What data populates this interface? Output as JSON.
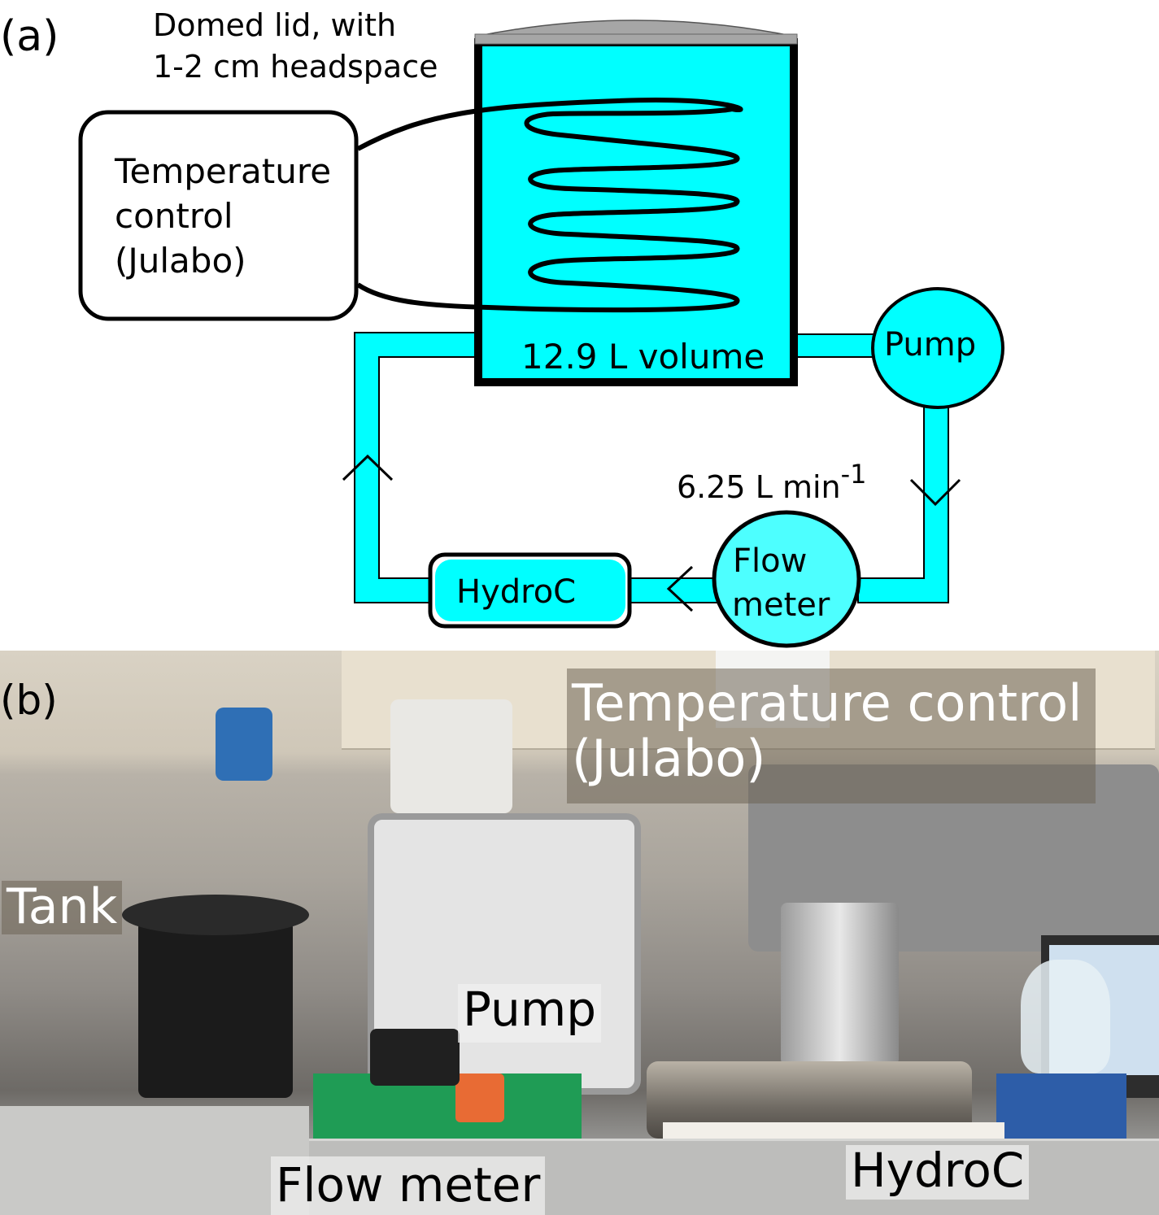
{
  "panel_a": {
    "panel_label": "(a)",
    "lid_note": [
      "Domed lid, with",
      "1-2 cm headspace"
    ],
    "temperature_control": [
      "Temperature",
      "control",
      "(Julabo)"
    ],
    "tank_volume": "12.9 L volume",
    "pump": "Pump",
    "flow_rate": {
      "value": "6.25 L min",
      "exponent": "-1"
    },
    "flow_meter": [
      "Flow",
      "meter"
    ],
    "hydroc": "HydroC",
    "colors": {
      "water": "#00ffff",
      "lid": "#a6a6a6",
      "outline": "#000000"
    }
  },
  "panel_b": {
    "panel_label": "(b)",
    "labels": {
      "temperature_control": [
        "Temperature control",
        "(Julabo)"
      ],
      "tank": "Tank",
      "pump": "Pump",
      "flow_meter": "Flow meter",
      "hydroc": "HydroC"
    }
  }
}
